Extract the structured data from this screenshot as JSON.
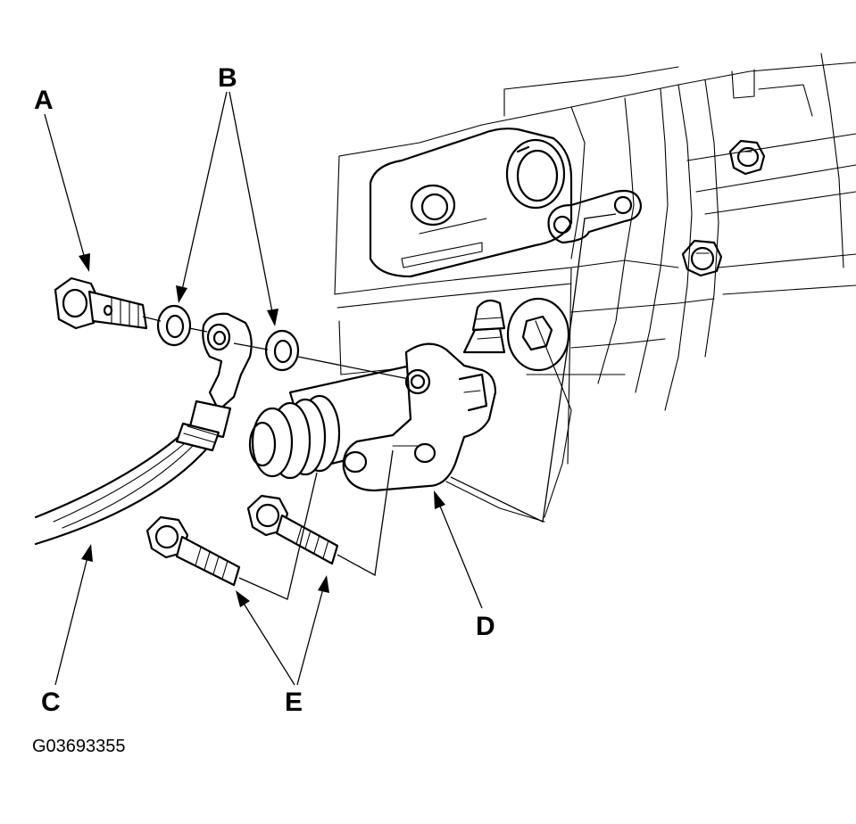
{
  "labels": {
    "a": "A",
    "b": "B",
    "c": "C",
    "d": "D",
    "e": "E"
  },
  "figure_id": "G03693355"
}
